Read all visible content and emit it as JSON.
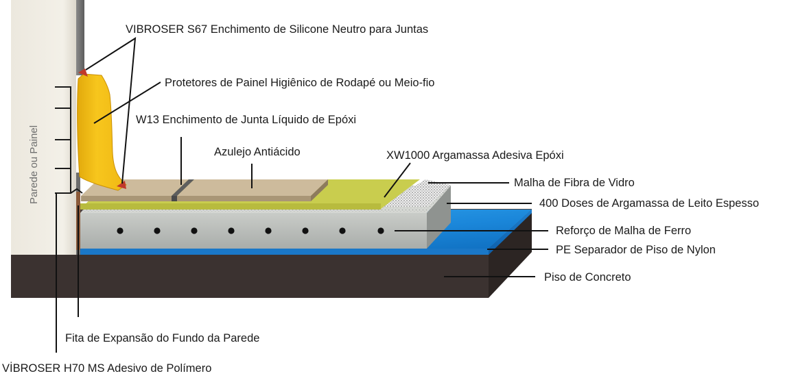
{
  "wall_label": "Parede ou Painel",
  "labels": {
    "silicone": "VIBROSER S67 Enchimento de Silicone Neutro para Juntas",
    "protector": "Protetores de Painel Higiênico de Rodapé ou Meio-fio",
    "joint_filler": "W13 Enchimento de Junta Líquido de Epóxi",
    "tile": "Azulejo Antiácido",
    "adhesive": "XW1000 Argamassa Adesiva Epóxi",
    "fiber_mesh": "Malha de Fibra de Vidro",
    "thick_bed": "400 Doses de Argamassa de Leito Espesso",
    "iron_mesh": "Reforço de Malha de Ferro",
    "separator": "PE Separador de Piso de Nylon",
    "concrete": "Piso de Concreto",
    "expansion_tape": "Fita de Expansão do Fundo da Parede",
    "polymer_adhesive": "VİBROSER H70 MS Adesivo de Polímero"
  },
  "colors": {
    "wall": "#f1ede4",
    "concrete": "#3b3230",
    "separator": "#1f8fe0",
    "mortar": "#c3c7c4",
    "adhesive": "#c5c94a",
    "tile": "#c7b596",
    "protector": "#f5c21b"
  }
}
